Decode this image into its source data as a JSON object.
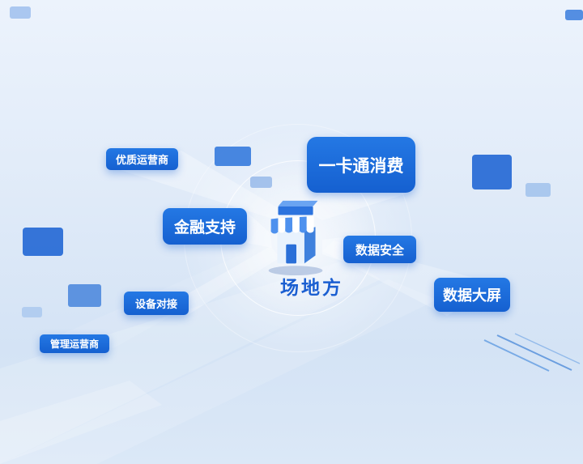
{
  "diagram": {
    "title_hint": "venue-party feature hub",
    "center": {
      "label": "场地方",
      "icon": "storefront-icon"
    },
    "nodes": [
      {
        "id": "quality-operator",
        "label": "优质运营商"
      },
      {
        "id": "one-card-consume",
        "label": "一卡通消费"
      },
      {
        "id": "financial-support",
        "label": "金融支持"
      },
      {
        "id": "data-security",
        "label": "数据安全"
      },
      {
        "id": "data-big-screen",
        "label": "数据大屏"
      },
      {
        "id": "device-connect",
        "label": "设备对接"
      },
      {
        "id": "management-operator",
        "label": "管理运营商"
      }
    ],
    "colors": {
      "node_background": "#1b66d4",
      "node_text": "#ffffff",
      "center_label": "#1b5fd1",
      "background_light": "#ecf3fc",
      "background_dark": "#d4e3f5",
      "deco_blue_dark": "#2b6ed6",
      "deco_blue_light": "#93b9ea"
    }
  }
}
